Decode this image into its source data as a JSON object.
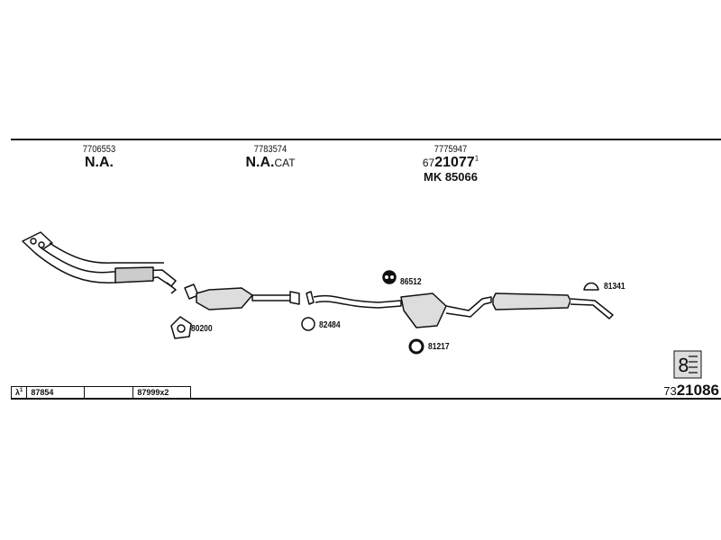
{
  "header": {
    "columns": [
      {
        "part_no": "7706553",
        "label": "N.A.",
        "suffix": ""
      },
      {
        "part_no": "7783574",
        "label": "N.A.",
        "suffix": "CAT"
      },
      {
        "part_no": "7775947",
        "code_prefix": "67",
        "code_main": "21077",
        "code_sup": "1",
        "kit": "MK 85066"
      }
    ]
  },
  "parts": {
    "p80200": "80200",
    "p82484": "82484",
    "p86512": "86512",
    "p81217": "81217",
    "p81341": "81341"
  },
  "footer": {
    "lambda_symbol": "λ",
    "lambda_sup": "1",
    "codes": [
      "87854",
      "",
      "87999x2"
    ],
    "diagram_prefix": "73",
    "diagram_main": "21086"
  }
}
